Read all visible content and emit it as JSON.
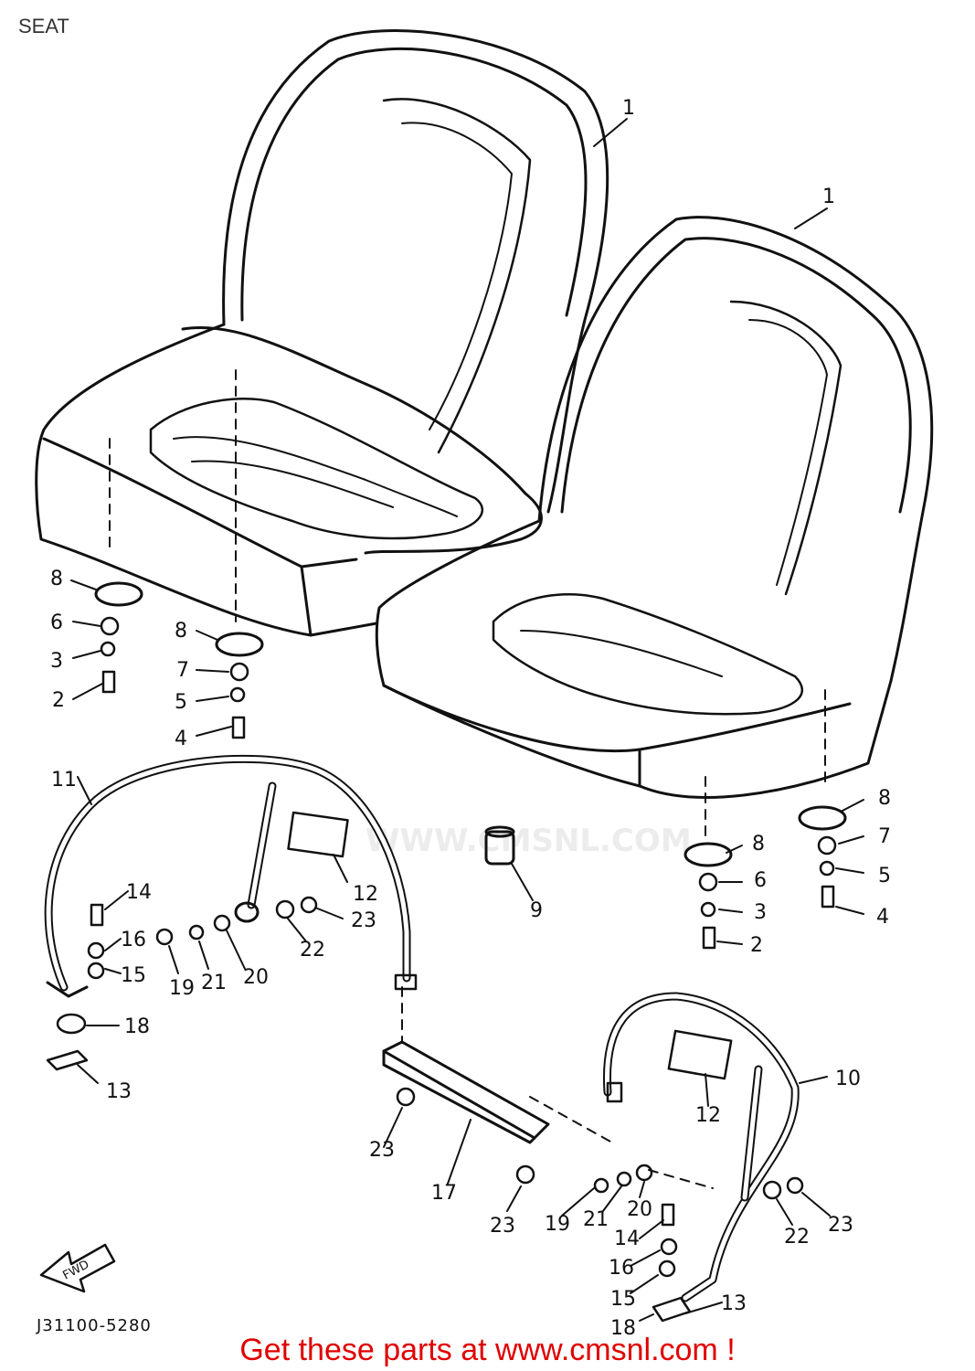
{
  "header": {
    "title": "SEAT"
  },
  "diagram": {
    "part_labels": [
      "1",
      "1",
      "2",
      "2",
      "3",
      "3",
      "4",
      "4",
      "5",
      "5",
      "6",
      "6",
      "7",
      "7",
      "8",
      "8",
      "8",
      "8",
      "9",
      "10",
      "11",
      "12",
      "12",
      "13",
      "13",
      "14",
      "14",
      "15",
      "15",
      "16",
      "16",
      "17",
      "18",
      "18",
      "19",
      "19",
      "20",
      "20",
      "21",
      "21",
      "22",
      "22",
      "23",
      "23",
      "23",
      "23"
    ],
    "fwd_arrow_label": "FWD",
    "drawing_code": "J31100-5280"
  },
  "watermark": {
    "text": "WWW.CMSNL.COM"
  },
  "footer": {
    "link_text": "Get these parts at www.cmsnl.com !",
    "link_color": "#e00000"
  }
}
